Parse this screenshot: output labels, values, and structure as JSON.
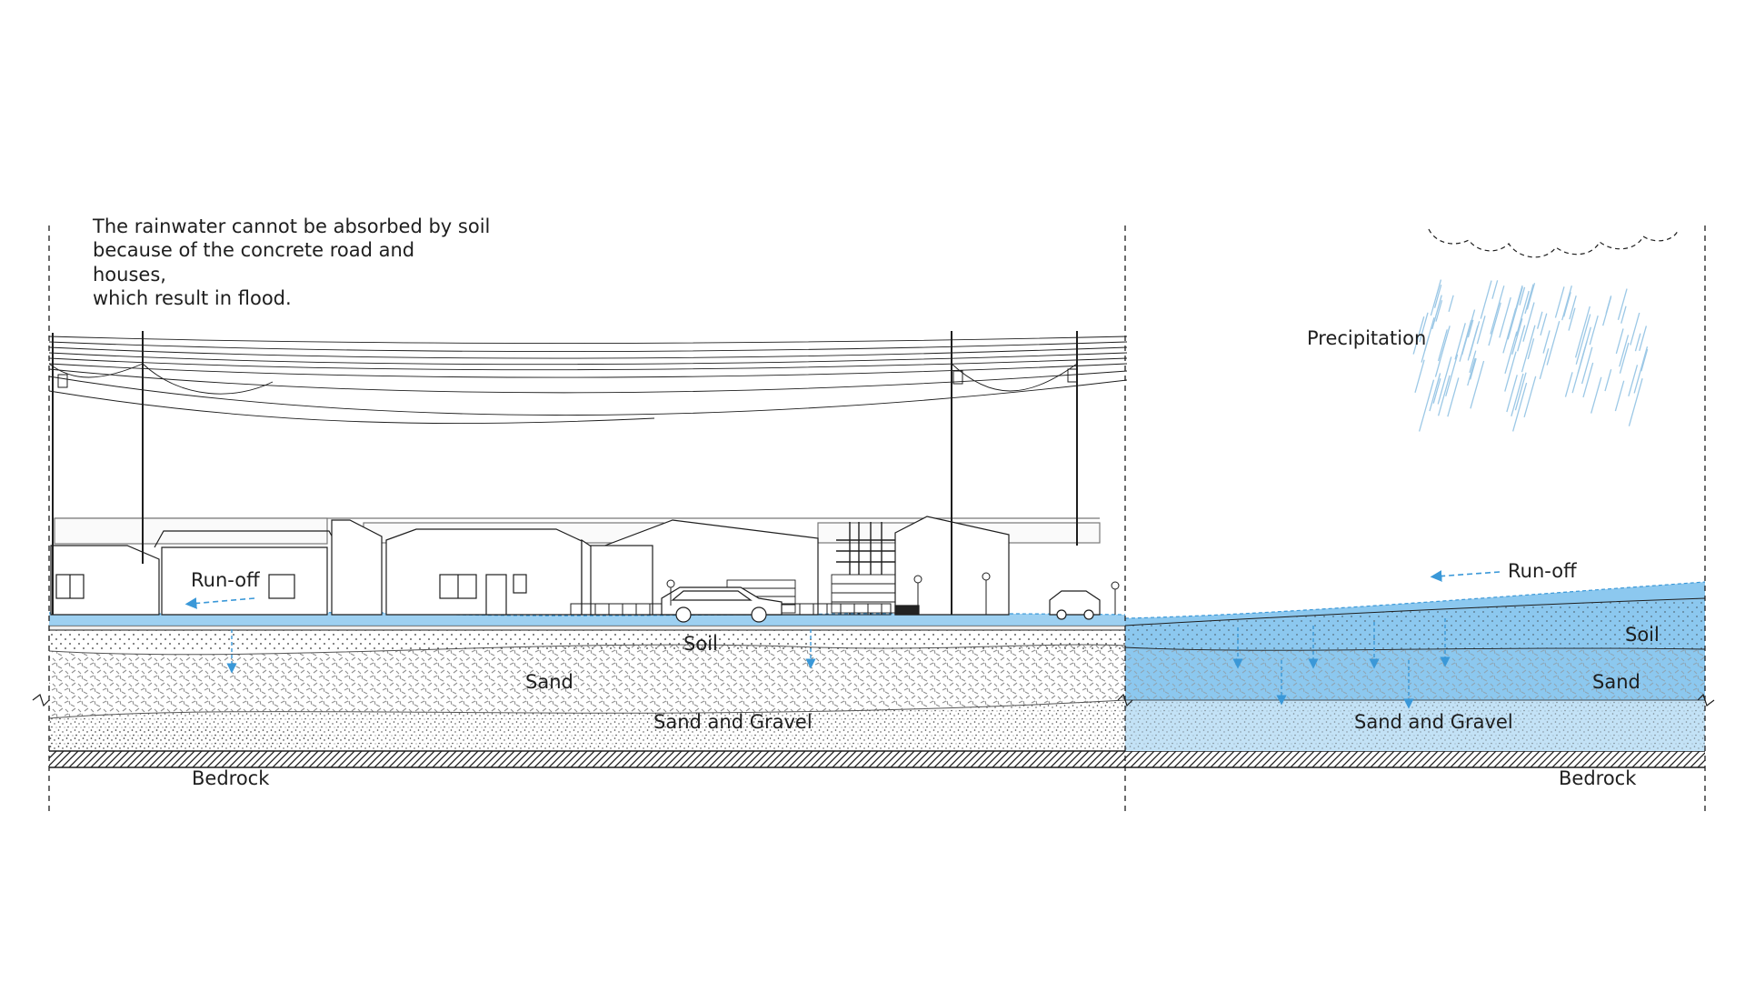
{
  "caption": "The rainwater cannot be absorbed by soil\nbecause of the concrete road and houses,\nwhich result in flood.",
  "labels": {
    "precipitation": "Precipitation",
    "runoff_left": "Run-off",
    "runoff_right": "Run-off",
    "soil_left": "Soil",
    "soil_right": "Soil",
    "sand_left": "Sand",
    "sand_right": "Sand",
    "sand_gravel_left": "Sand and Gravel",
    "sand_gravel_right": "Sand and Gravel",
    "bedrock_left": "Bedrock",
    "bedrock_right": "Bedrock"
  },
  "colors": {
    "water": "#8cc8ef",
    "water_light": "#c3e2f6",
    "water_line": "#3a98d8",
    "rain": "#9cc8e6",
    "ink": "#1e1e1e",
    "hatch": "#9a9a9a"
  },
  "icons": [
    "cloud-outline",
    "rain-streaks",
    "runoff-arrow",
    "infiltration-arrow",
    "break-mark"
  ]
}
